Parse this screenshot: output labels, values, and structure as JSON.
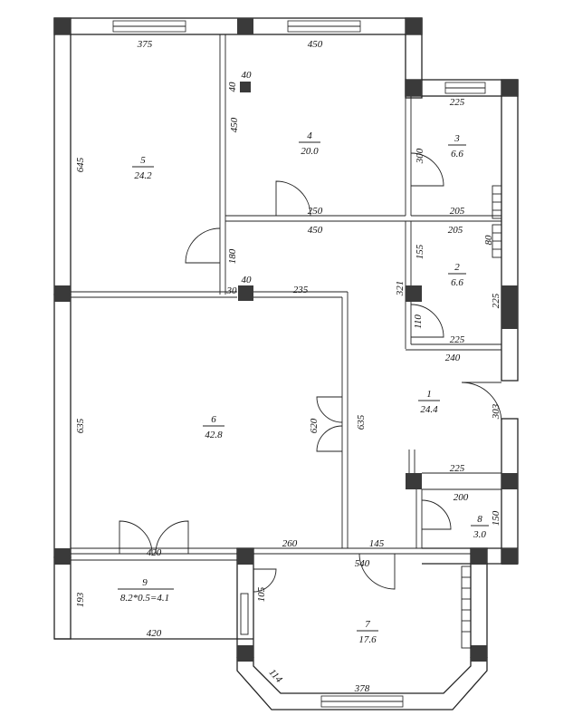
{
  "rooms": [
    {
      "number": "1",
      "area": "24.4"
    },
    {
      "number": "2",
      "area": "6.6"
    },
    {
      "number": "3",
      "area": "6.6"
    },
    {
      "number": "4",
      "area": "20.0"
    },
    {
      "number": "5",
      "area": "24.2"
    },
    {
      "number": "6",
      "area": "42.8"
    },
    {
      "number": "7",
      "area": "17.6"
    },
    {
      "number": "8",
      "area": "3.0"
    },
    {
      "number": "9",
      "area": "8.2*0.5=4.1"
    }
  ],
  "dimensions": {
    "d375": "375",
    "d450_top": "450",
    "d40_col": "40",
    "d40_col_v": "40",
    "d450_r4v": "450",
    "d645": "645",
    "d225_r3top": "225",
    "d300": "300",
    "d205_r3": "205",
    "d250": "250",
    "d450_hall": "450",
    "d205_r2": "205",
    "d80": "80",
    "d155": "155",
    "d180": "180",
    "d40_mid": "40",
    "d30": "30",
    "d235": "235",
    "d321": "321",
    "d225_r2v": "225",
    "d110": "110",
    "d225_r2b": "225",
    "d240": "240",
    "d303": "303",
    "d635_left": "635",
    "d620": "620",
    "d635_mid": "635",
    "d225_r8top": "225",
    "d200": "200",
    "d150": "150",
    "d420_r6": "420",
    "d260": "260",
    "d145": "145",
    "d540": "540",
    "d193": "193",
    "d105": "105",
    "d420_r9": "420",
    "d114": "114",
    "d378": "378"
  }
}
